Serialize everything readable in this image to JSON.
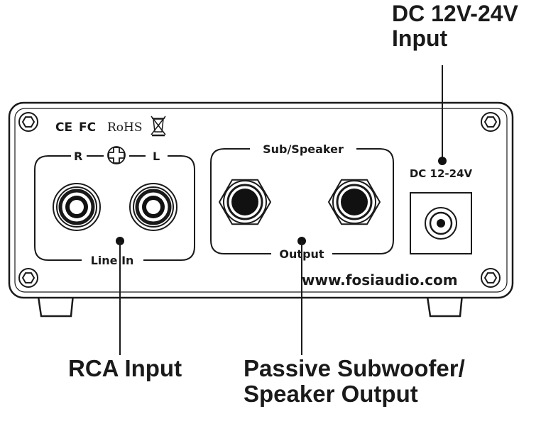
{
  "panel": {
    "cert_ce": "CE",
    "cert_fc": "FC",
    "cert_rohs": "RoHS",
    "label_r": "R",
    "label_l": "L",
    "label_line_in": "Line In",
    "label_sub_speaker": "Sub/Speaker",
    "label_output": "Output",
    "label_dc": "DC 12-24V",
    "website": "www.fosiaudio.com"
  },
  "callouts": {
    "dc_line1": "DC 12V-24V",
    "dc_line2": "Input",
    "rca": "RCA Input",
    "speaker_line1": "Passive Subwoofer/",
    "speaker_line2": "Speaker Output"
  },
  "icons": [
    "screw-icon",
    "plus-circle-icon",
    "weee-bin-icon",
    "rca-jack-icon",
    "speaker-jack-icon",
    "dc-jack-icon"
  ]
}
